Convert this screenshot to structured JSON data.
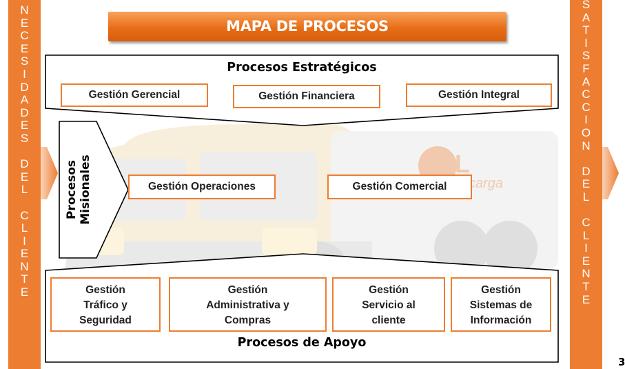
{
  "title": "MAPA DE PROCESOS",
  "left_side_label": [
    "N",
    "E",
    "C",
    "E",
    "S",
    "I",
    "D",
    "A",
    "D",
    "E",
    "S",
    "",
    "D",
    "E",
    "L",
    "",
    "C",
    "L",
    "I",
    "E",
    "N",
    "T",
    "E"
  ],
  "right_side_label": [
    "S",
    "A",
    "T",
    "I",
    "S",
    "F",
    "A",
    "C",
    "C",
    "I",
    "O",
    "N",
    "",
    "D",
    "E",
    "L",
    "",
    "C",
    "L",
    "I",
    "E",
    "N",
    "T",
    "E"
  ],
  "strategic": {
    "title": "Procesos Estratégicos",
    "items": [
      "Gestión Gerencial",
      "Gestión Financiera",
      "Gestión Integral"
    ]
  },
  "missional": {
    "title_line1": "Procesos",
    "title_line2": "Misionales",
    "items": [
      "Gestión Operaciones",
      "Gestión Comercial"
    ]
  },
  "support": {
    "title": "Procesos de Apoyo",
    "items": [
      [
        "Gestión",
        "Tráfico y",
        "Seguridad"
      ],
      [
        "Gestión",
        "Administrativa y",
        "Compras"
      ],
      [
        "Gestión",
        "Servicio al",
        "cliente"
      ],
      [
        "Gestión",
        "Sistemas de",
        "Información"
      ]
    ]
  },
  "page_number": "3",
  "colors": {
    "accent": "#ed7d31",
    "border": "#000000"
  }
}
